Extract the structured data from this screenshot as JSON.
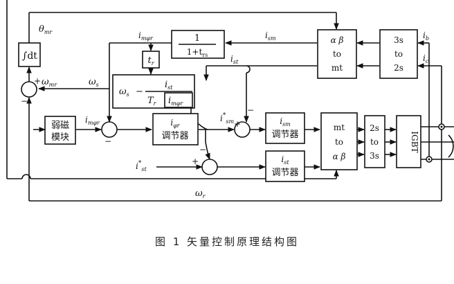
{
  "caption": "图 1  矢量控制原理结构图",
  "blocks": {
    "integrator": "∫dt",
    "lowpass_num": "1",
    "lowpass_den": "1+t",
    "lowpass_den_sub": "rs",
    "tr_block": "t",
    "tr_block_sub": "r",
    "slip_omega": "ω",
    "slip_omega_sub": "s",
    "slip_minus": "−",
    "slip_num": "i",
    "slip_num_sub": "st",
    "slip_den_left": "T",
    "slip_den_left_sub": "r",
    "slip_den_right": "i",
    "slip_den_right_sub": "mφr",
    "field_weak_1": "弱磁",
    "field_weak_2": "模块",
    "reg_phi_1": "i",
    "reg_phi_1_sub": "φr",
    "reg_phi_2": "调节器",
    "reg_m_1": "i",
    "reg_m_1_sub": "sm",
    "reg_m_2": "调节器",
    "reg_t_1": "i",
    "reg_t_1_sub": "st",
    "reg_t_2": "调节器",
    "mt_ab_1": "mt",
    "mt_ab_2": "to",
    "mt_ab_3": "α β",
    "t23_1": "2s",
    "t23_2": "to",
    "t23_3": "3s",
    "igbt": "IGBT",
    "ab_mt_1": "α β",
    "ab_mt_2": "to",
    "ab_mt_3": "mt",
    "t32_1": "3s",
    "t32_2": "to",
    "t32_3": "2s"
  },
  "signals": {
    "theta": "θ",
    "theta_sub": "mr",
    "omega_mr": "ω",
    "omega_mr_sub": "mr",
    "omega_s": "ω",
    "omega_s_sub": "s",
    "omega_r": "ω",
    "omega_r_sub": "r",
    "i_mphir_top": "i",
    "i_mphir_top_sub": "mφr",
    "i_sm_top": "i",
    "i_sm_top_sub": "sm",
    "i_st_mid": "i",
    "i_st_mid_sub": "st",
    "i_mphir_ref": "i",
    "i_mphir_ref_sub": "mφr",
    "i_sm_ref": "i",
    "i_sm_ref_sub": "sm",
    "i_sm_ref_sup": "*",
    "i_st_ref": "i",
    "i_st_ref_sub": "st",
    "i_st_ref_sup": "*",
    "i_b": "i",
    "i_b_sub": "b",
    "i_c": "i",
    "i_c_sub": "c",
    "plus": "+",
    "minus": "−"
  }
}
